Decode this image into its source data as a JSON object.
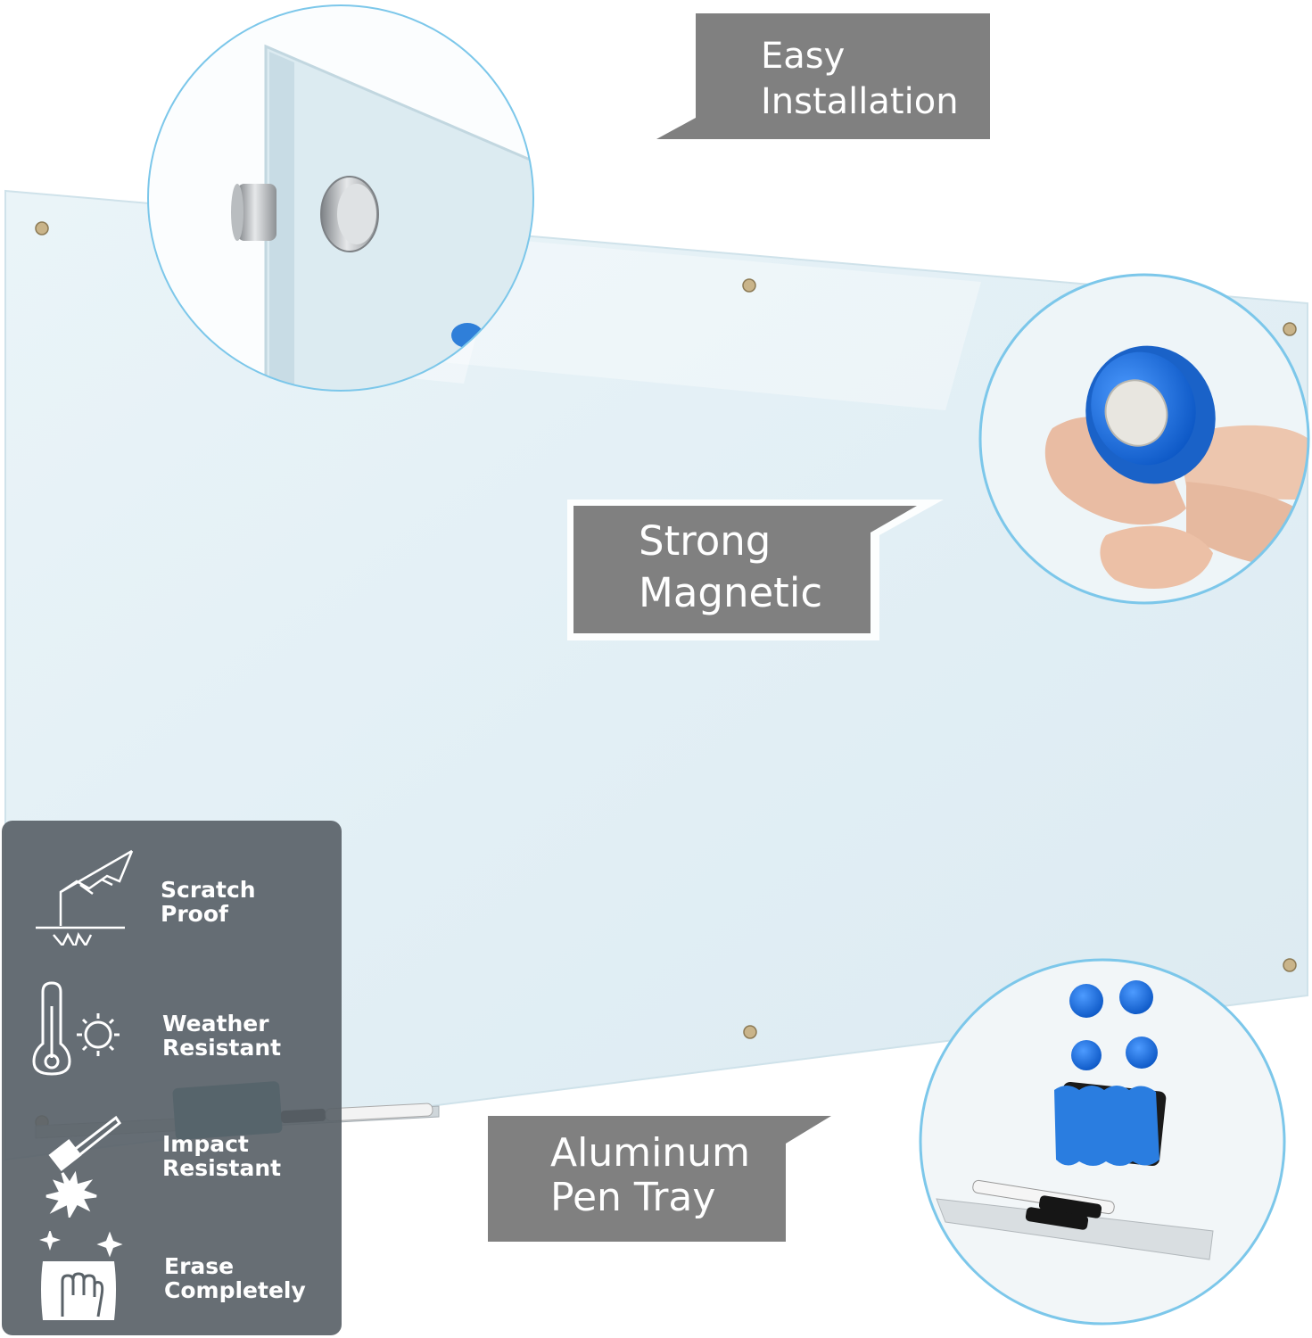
{
  "callouts": {
    "easy_installation": [
      "Easy",
      "Installation"
    ],
    "strong_magnetic": [
      "Strong",
      "Magnetic"
    ],
    "aluminum_pen_tray": [
      "Aluminum",
      "Pen Tray"
    ]
  },
  "features": [
    {
      "icon": "scratch-proof-icon",
      "lines": [
        "Scratch",
        "Proof"
      ]
    },
    {
      "icon": "weather-resistant-icon",
      "lines": [
        "Weather",
        "Resistant"
      ]
    },
    {
      "icon": "impact-resistant-icon",
      "lines": [
        "Impact",
        "Resistant"
      ]
    },
    {
      "icon": "erase-completely-icon",
      "lines": [
        "Erase",
        "Completely"
      ]
    }
  ],
  "colors": {
    "glass": "#e4f1f7",
    "callout_gray": "#808080",
    "panel_gray": "#5a6268",
    "magnet_blue": "#1e6fd6",
    "lens_border": "#7cc7ea"
  }
}
